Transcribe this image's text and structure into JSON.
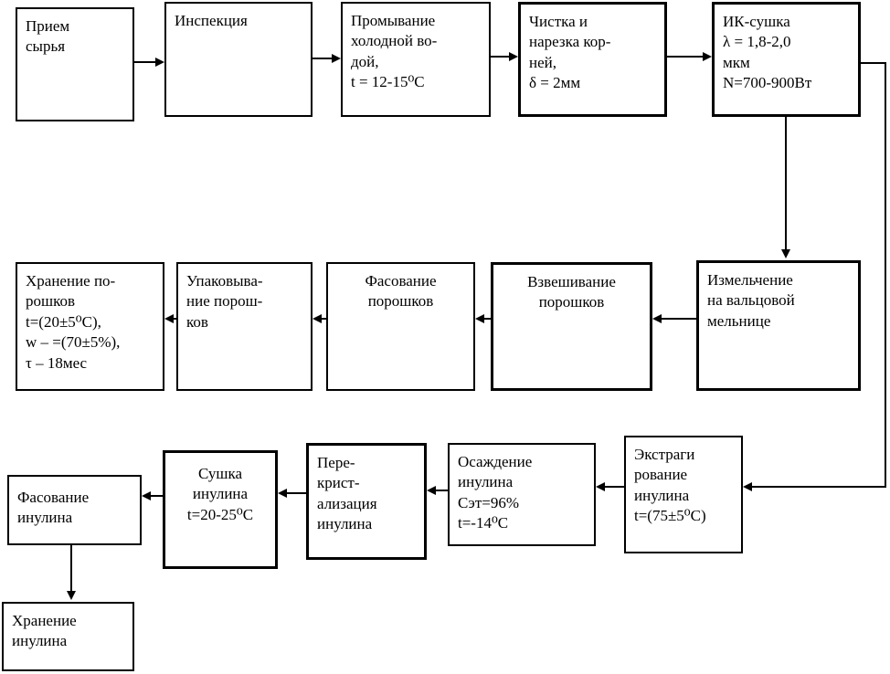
{
  "diagram": {
    "type": "flowchart",
    "language": "ru",
    "subject": "Технологическая схема производства порошков и инулина",
    "colors": {
      "background": "#ffffff",
      "line": "#000000",
      "text": "#000000",
      "box_fill": "#ffffff"
    }
  },
  "boxes": [
    {
      "id": "priem-syrya",
      "text": "Прием\nсырья"
    },
    {
      "id": "inspektsiya",
      "text": "Инспекция"
    },
    {
      "id": "promyvanie",
      "text": "Промывание\nхолодной во-\nдой,\nt = 12-15⁰С"
    },
    {
      "id": "chistka-narezka",
      "text": "Чистка и\nнарезка кор-\nней,\nδ = 2мм"
    },
    {
      "id": "ik-sushka",
      "text": "ИК-сушка\nλ = 1,8-2,0\nмкм\nN=700-900Вт"
    },
    {
      "id": "izmelchenie",
      "text": "Измельчение\nна вальцовой\nмельнице"
    },
    {
      "id": "vzveshivanie",
      "text": "Взвешивание\nпорошков"
    },
    {
      "id": "fasovanie-poroshkov",
      "text": "Фасование\nпорошков"
    },
    {
      "id": "upakovyvanie",
      "text": "Упаковыва-\nние порош-\nков"
    },
    {
      "id": "khranenie-poroshkov",
      "text": "Хранение по-\nрошков\nt=(20±5⁰С),\nw – =(70±5%),\nτ – 18мес"
    },
    {
      "id": "ekstragirovanie",
      "text": "Экстраги\nрование\nинулина\nt=(75±5⁰С)"
    },
    {
      "id": "osazhdenie",
      "text": "Осаждение\nинулина\nСэт=96%\nt=-14⁰С"
    },
    {
      "id": "perekristalizatsiya",
      "text": "Пере-\nкрист-\nализация\nинулина"
    },
    {
      "id": "sushka-inulina",
      "text": "Сушка\nинулина\nt=20-25⁰С"
    },
    {
      "id": "fasovanie-inulina",
      "text": "Фасование\nинулина"
    },
    {
      "id": "khranenie-inulina",
      "text": "Хранение\nинулина"
    }
  ],
  "connections": [
    {
      "from": "priem-syrya",
      "to": "inspektsiya",
      "direction": "right"
    },
    {
      "from": "inspektsiya",
      "to": "promyvanie",
      "direction": "right"
    },
    {
      "from": "promyvanie",
      "to": "chistka-narezka",
      "direction": "right"
    },
    {
      "from": "chistka-narezka",
      "to": "ik-sushka",
      "direction": "right"
    },
    {
      "from": "ik-sushka",
      "to": "izmelchenie",
      "direction": "down"
    },
    {
      "from": "izmelchenie",
      "to": "vzveshivanie",
      "direction": "left"
    },
    {
      "from": "vzveshivanie",
      "to": "fasovanie-poroshkov",
      "direction": "left"
    },
    {
      "from": "fasovanie-poroshkov",
      "to": "upakovyvanie",
      "direction": "left"
    },
    {
      "from": "upakovyvanie",
      "to": "khranenie-poroshkov",
      "direction": "left"
    },
    {
      "from": "ik-sushka",
      "to": "ekstragirovanie",
      "direction": "right-down-left elbow"
    },
    {
      "from": "ekstragirovanie",
      "to": "osazhdenie",
      "direction": "left"
    },
    {
      "from": "osazhdenie",
      "to": "perekristalizatsiya",
      "direction": "left"
    },
    {
      "from": "perekristalizatsiya",
      "to": "sushka-inulina",
      "direction": "left"
    },
    {
      "from": "sushka-inulina",
      "to": "fasovanie-inulina",
      "direction": "left"
    },
    {
      "from": "fasovanie-inulina",
      "to": "khranenie-inulina",
      "direction": "down"
    }
  ]
}
